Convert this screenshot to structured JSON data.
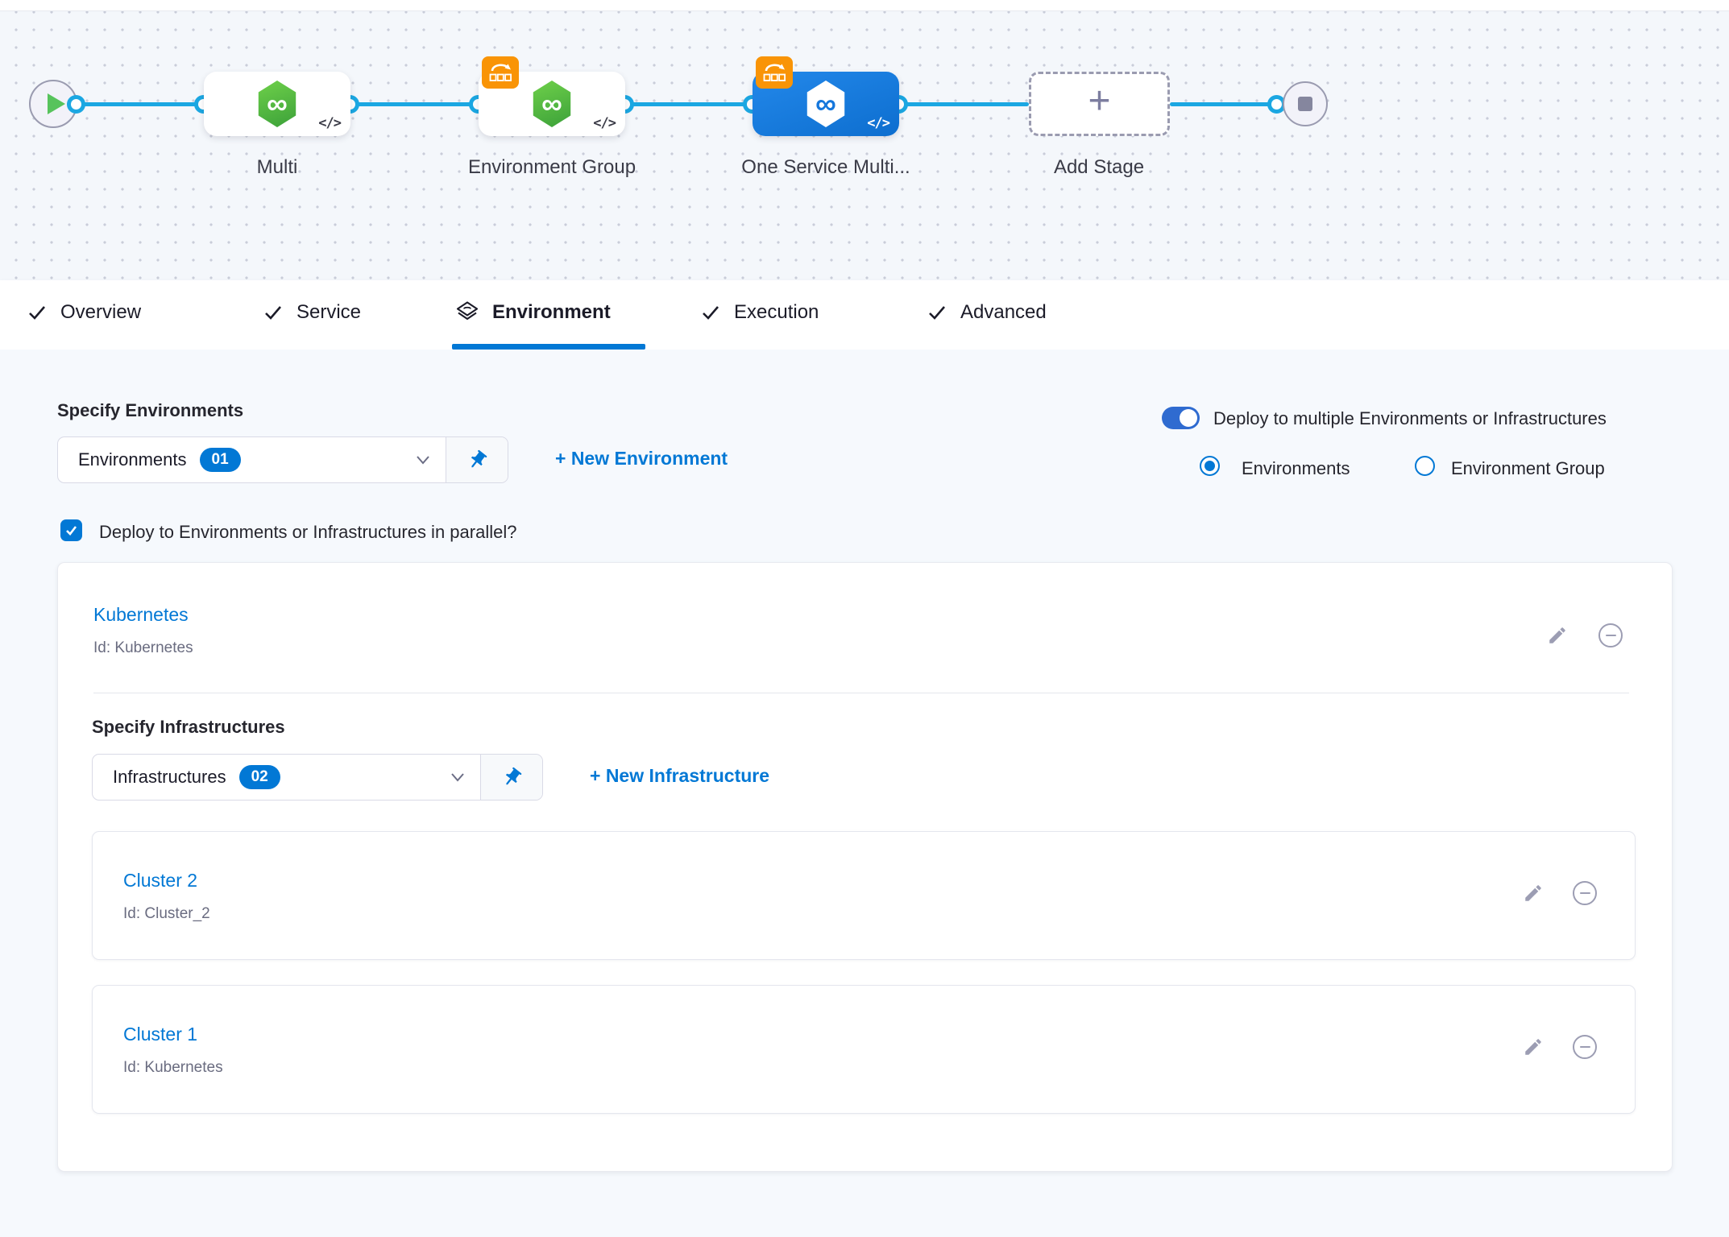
{
  "canvas": {
    "stages": [
      {
        "label": "Multi"
      },
      {
        "label": "Environment Group"
      },
      {
        "label": "One Service Multi..."
      },
      {
        "label": "Add Stage"
      }
    ],
    "icons": {
      "infinity": "∞",
      "code": "</>",
      "plus": "+"
    }
  },
  "tabs": [
    {
      "label": "Overview",
      "icon": "check"
    },
    {
      "label": "Service",
      "icon": "check"
    },
    {
      "label": "Environment",
      "icon": "environment-layers",
      "active": true
    },
    {
      "label": "Execution",
      "icon": "check"
    },
    {
      "label": "Advanced",
      "icon": "check"
    }
  ],
  "environment_section": {
    "heading": "Specify Environments",
    "dropdown": {
      "label": "Environments",
      "count": "01"
    },
    "new_link": "+ New Environment",
    "toggle_label": "Deploy to multiple Environments or Infrastructures",
    "radio_environments": "Environments",
    "radio_environment_group": "Environment Group",
    "parallel_checkbox_label": "Deploy to Environments or Infrastructures in parallel?"
  },
  "environment_card": {
    "name": "Kubernetes",
    "id": "Id: Kubernetes",
    "infrastructure": {
      "heading": "Specify Infrastructures",
      "dropdown": {
        "label": "Infrastructures",
        "count": "02"
      },
      "new_link": "+ New Infrastructure",
      "clusters": [
        {
          "name": "Cluster 2",
          "id": "Id: Cluster_2"
        },
        {
          "name": "Cluster 1",
          "id": "Id: Kubernetes"
        }
      ]
    }
  },
  "colors": {
    "primary_blue": "#0278d5",
    "selected_node_blue": "#1577dc",
    "connector_blue": "#1ba7e2",
    "service_green": "#4cb141",
    "propagate_badge_orange": "#f99406",
    "toggle_blue": "#2f6bd0",
    "muted_icon_gray": "#9c9db3"
  }
}
